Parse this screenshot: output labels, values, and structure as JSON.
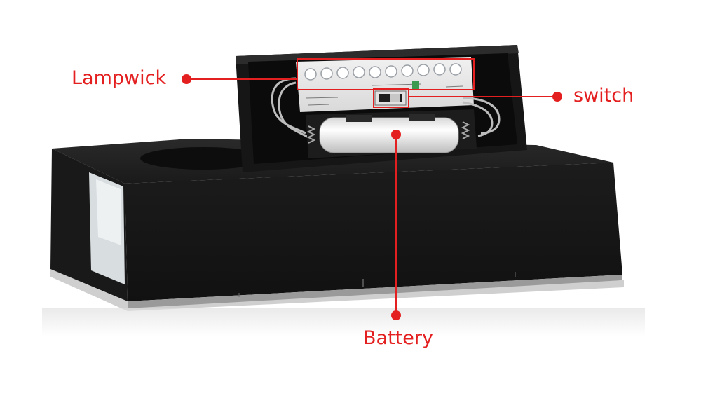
{
  "image": {
    "subject": "solar wall lamp with opened battery compartment",
    "background_color": "#ffffff",
    "housing_color": "#141414",
    "annotation_color": "#e41f1f",
    "label_text_color": "#e41f1f"
  },
  "callouts": [
    {
      "id": "lampwick",
      "label": "Lampwick"
    },
    {
      "id": "switch",
      "label": "switch"
    },
    {
      "id": "battery",
      "label": "Battery"
    }
  ]
}
